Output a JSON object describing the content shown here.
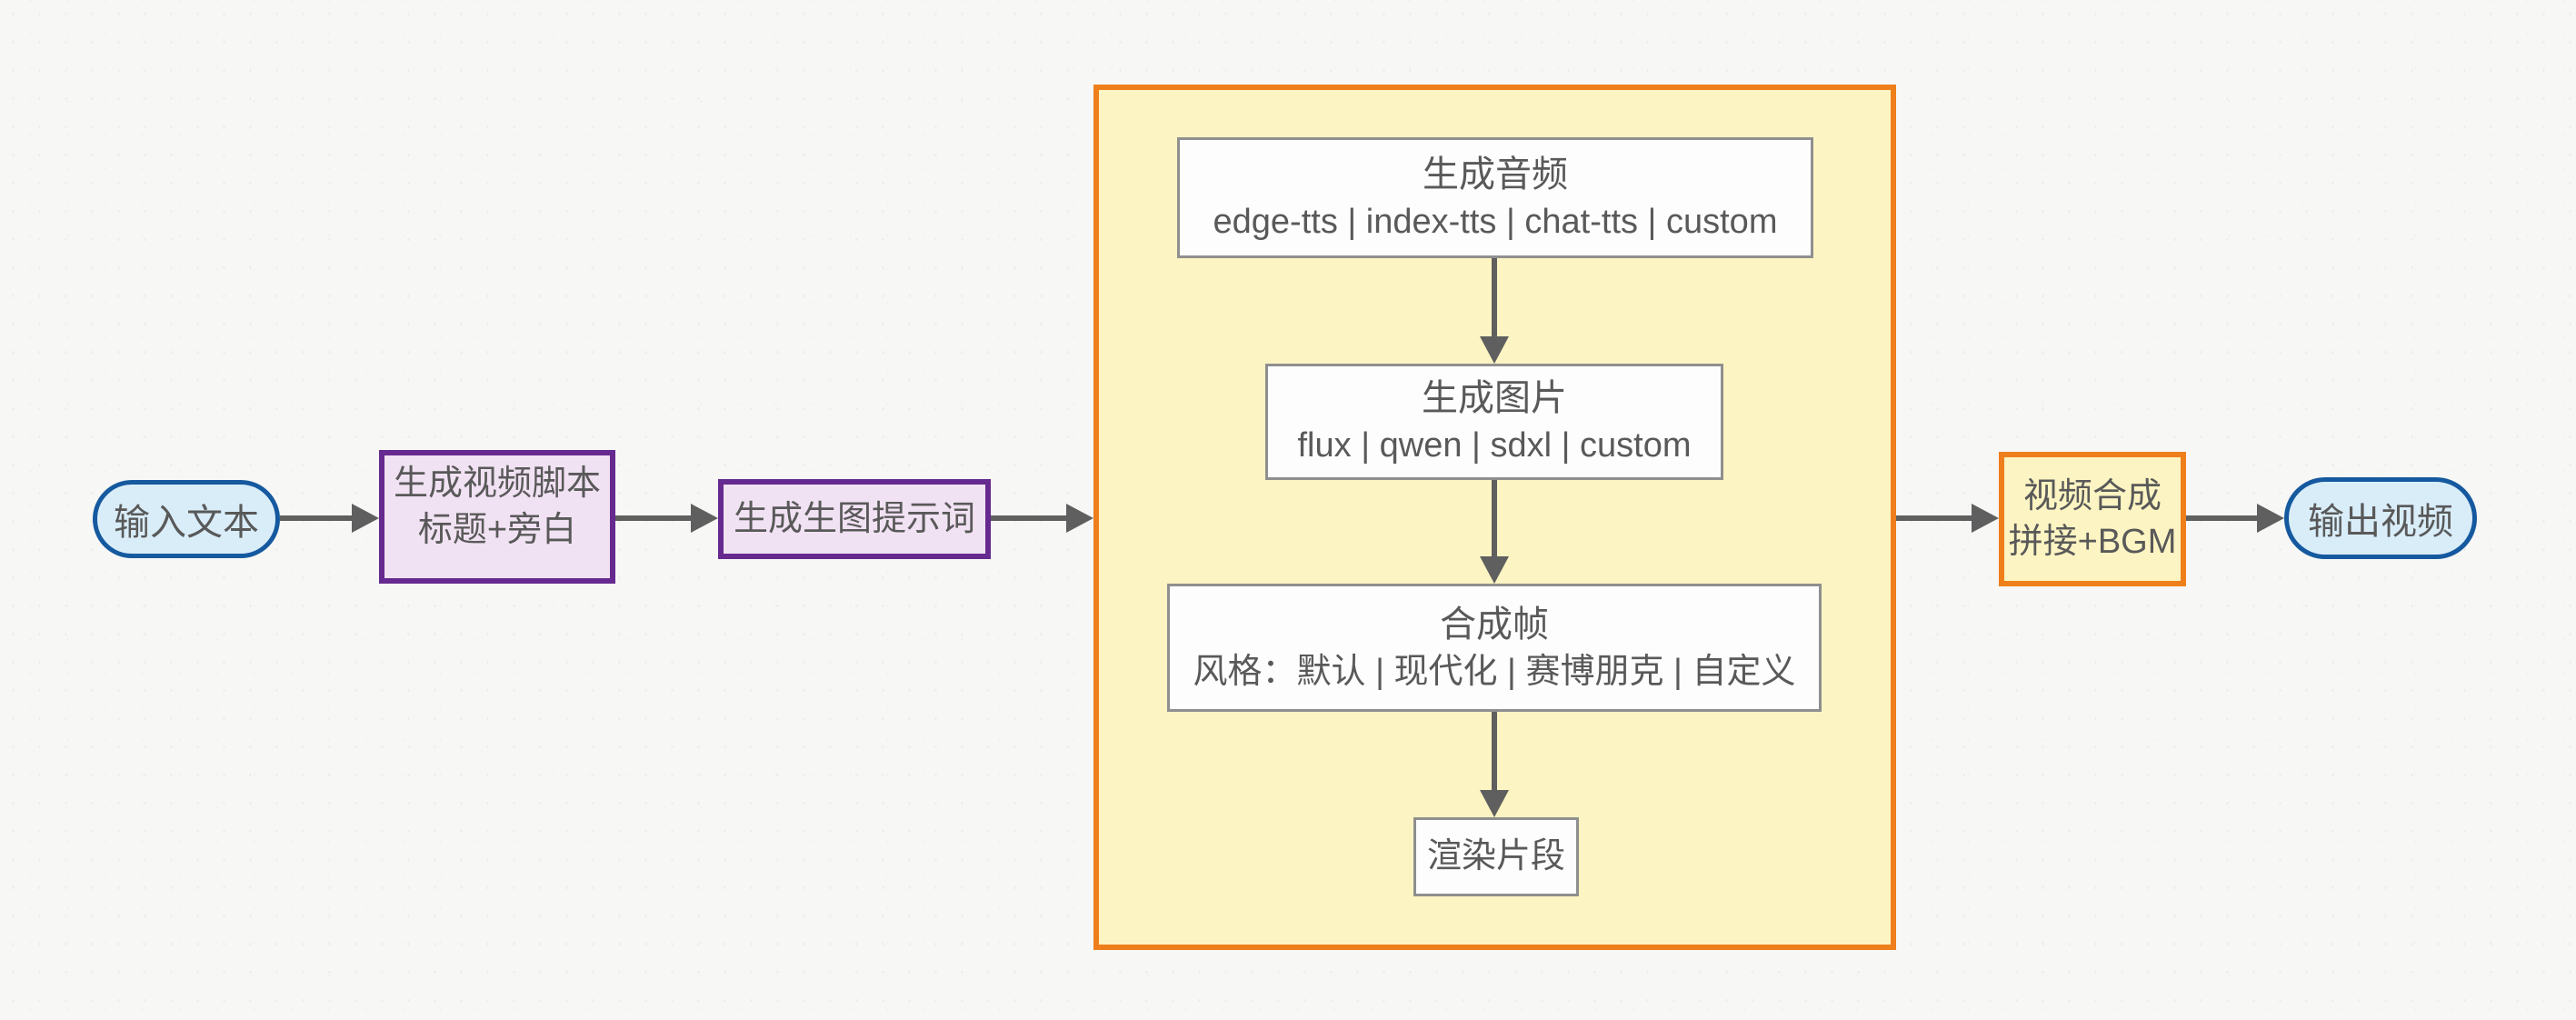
{
  "nodes": {
    "input": {
      "label": "输入文本"
    },
    "script": {
      "line1": "生成视频脚本",
      "line2": "标题+旁白"
    },
    "prompt": {
      "label": "生成生图提示词"
    },
    "audio": {
      "line1": "生成音频",
      "line2": "edge-tts | index-tts | chat-tts | custom"
    },
    "image": {
      "line1": "生成图片",
      "line2": "flux | qwen | sdxl | custom"
    },
    "frame": {
      "line1": "合成帧",
      "line2": "风格：默认 | 现代化 | 赛博朋克 | 自定义"
    },
    "render": {
      "label": "渲染片段"
    },
    "compose": {
      "line1": "视频合成",
      "line2": "拼接+BGM"
    },
    "output": {
      "label": "输出视频"
    }
  },
  "colors": {
    "background": "#f7f7f5",
    "pill_fill": "#d9edf9",
    "pill_border": "#15599f",
    "purple_fill": "#f1e2f3",
    "purple_border": "#66298f",
    "group_fill": "#fcf4c2",
    "group_border": "#ee7f1b",
    "inner_box_fill": "#fdfdfd",
    "inner_box_border": "#8f8f8f",
    "text": "#595959",
    "arrow": "#5f5f5f"
  }
}
